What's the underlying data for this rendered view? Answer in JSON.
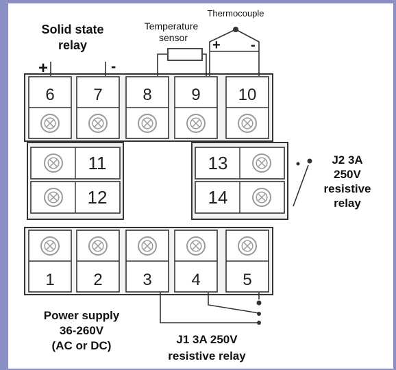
{
  "labels": {
    "solid_state_relay": [
      "Solid state",
      "relay"
    ],
    "ssr_plus": "+",
    "ssr_minus": "-",
    "temperature_sensor": [
      "Temperature",
      "sensor"
    ],
    "thermocouple": "Thermocouple",
    "tc_plus": "+",
    "tc_minus": "-",
    "j2_relay": [
      "J2 3A",
      "250V",
      "resistive",
      "relay"
    ],
    "power_supply": [
      "Power supply",
      "36-260V",
      "(AC or DC)"
    ],
    "j1_relay": [
      "J1 3A 250V",
      "resistive relay"
    ]
  },
  "terminals": {
    "top": [
      "6",
      "7",
      "8",
      "9",
      "10"
    ],
    "left": [
      "11",
      "12"
    ],
    "right": [
      "13",
      "14"
    ],
    "bottom": [
      "1",
      "2",
      "3",
      "4",
      "5"
    ]
  },
  "colors": {
    "frame": "#8a8fc4",
    "block_fill": "#f2f2f2",
    "outline": "#333333",
    "screw": "#9a9a9a"
  }
}
